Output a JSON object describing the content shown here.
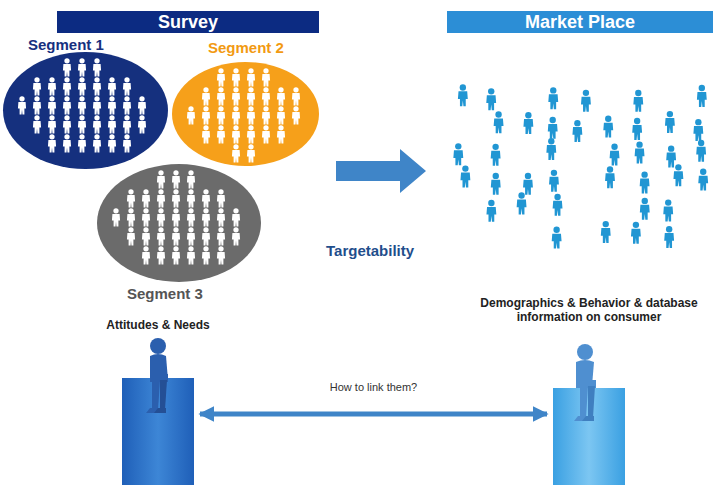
{
  "diagram": {
    "nodes": [
      {
        "text": [
          "Survey"
        ]
      },
      {
        "text": [
          "Market Place"
        ]
      },
      {
        "text": [
          "Segment 1"
        ]
      },
      {
        "text": [
          "Segment 2"
        ]
      },
      {
        "text": [
          "Segment 3"
        ]
      },
      {
        "text": [
          "Attitudes & Needs"
        ]
      },
      {
        "text": [
          "Demographics & Behavior & database information on consumer"
        ]
      }
    ],
    "edges": [
      {
        "from": 5,
        "to": 6,
        "label": "How to link them?",
        "arrow": "both"
      }
    ],
    "labels": [
      "Targetability"
    ]
  }
}
